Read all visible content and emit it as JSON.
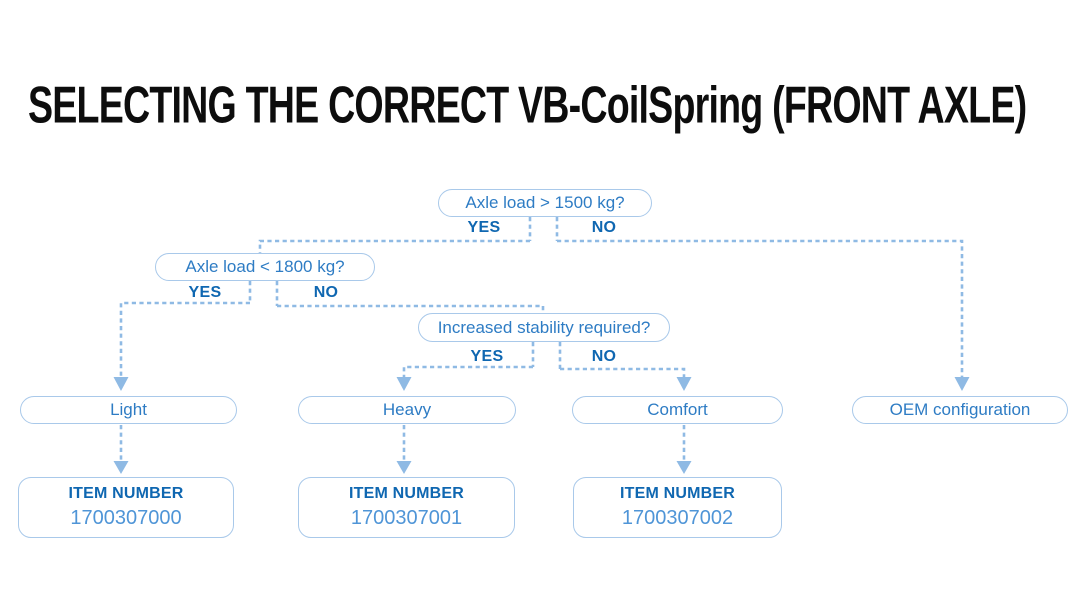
{
  "title": "SELECTING THE CORRECT VB-CoilSpring (FRONT AXLE)",
  "diagram": {
    "decisions": [
      {
        "question": "Axle load > 1500 kg?",
        "yes": "YES",
        "no": "NO"
      },
      {
        "question": "Axle load < 1800 kg?",
        "yes": "YES",
        "no": "NO"
      },
      {
        "question": "Increased stability required?",
        "yes": "YES",
        "no": "NO"
      }
    ],
    "outcomes": [
      {
        "label": "Light"
      },
      {
        "label": "Heavy"
      },
      {
        "label": "Comfort"
      },
      {
        "label": "OEM configuration"
      }
    ],
    "items": [
      {
        "heading": "ITEM NUMBER",
        "number": "1700307000"
      },
      {
        "heading": "ITEM NUMBER",
        "number": "1700307001"
      },
      {
        "heading": "ITEM NUMBER",
        "number": "1700307002"
      }
    ],
    "colors": {
      "box_border": "#a9c9ea",
      "box_text": "#2e7cc4",
      "label_bold": "#0f67b1",
      "item_number": "#4f95d7",
      "connector": "#8fbae4",
      "title": "#0d0d0d",
      "background": "#ffffff"
    }
  }
}
